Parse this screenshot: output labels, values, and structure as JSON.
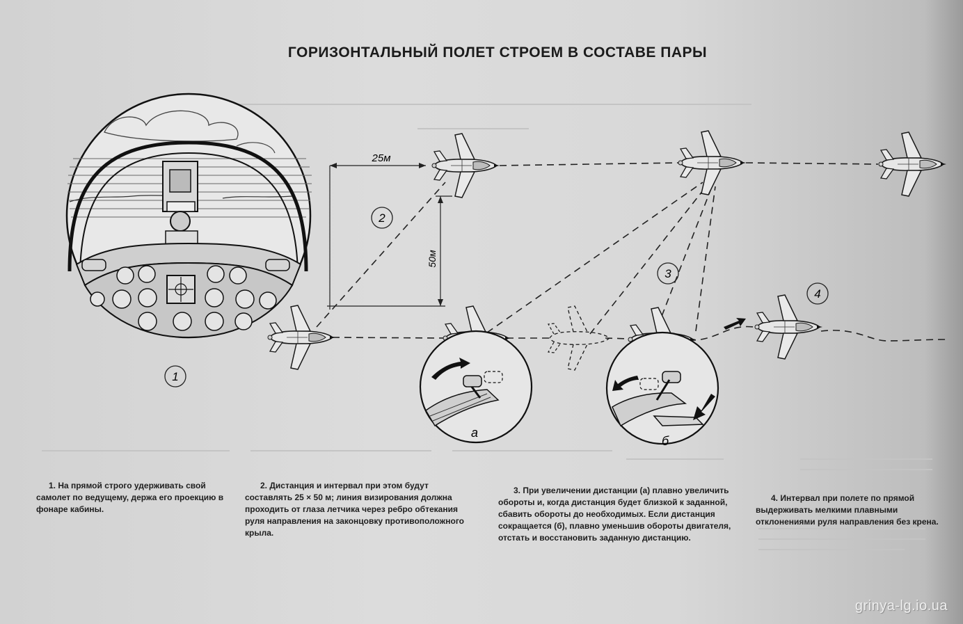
{
  "title": "ГОРИЗОНТАЛЬНЫЙ ПОЛЕТ СТРОЕМ В СОСТАВЕ ПАРЫ",
  "dimensions": {
    "distance": "25м",
    "interval": "50м"
  },
  "markers": {
    "m1": "1",
    "m2": "2",
    "m3": "3",
    "m4": "4",
    "a": "а",
    "b": "б"
  },
  "captions": {
    "c1": "1. На прямой строго удерживать свой самолет по ведущему, держа его проекцию в фонаре кабины.",
    "c2": "2. Дистанция и интервал при этом будут составлять 25 × 50 м; линия визирования должна проходить от глаза летчика через ребро обтекания руля направления на законцовку противоположного крыла.",
    "c3": "3. При увеличении дистанции (а) плавно увеличить обороты и, когда дистанция будет близкой к заданной, сбавить обороты до необходимых. Если дистанция сокращается (б), плавно уменьшив обороты двигателя, отстать и восстановить заданную дистанцию.",
    "c4": "4. Интервал при полете по прямой выдерживать мелкими плавными отклонениями руля направления без крена."
  },
  "watermark": "grinya-lg.io.ua"
}
